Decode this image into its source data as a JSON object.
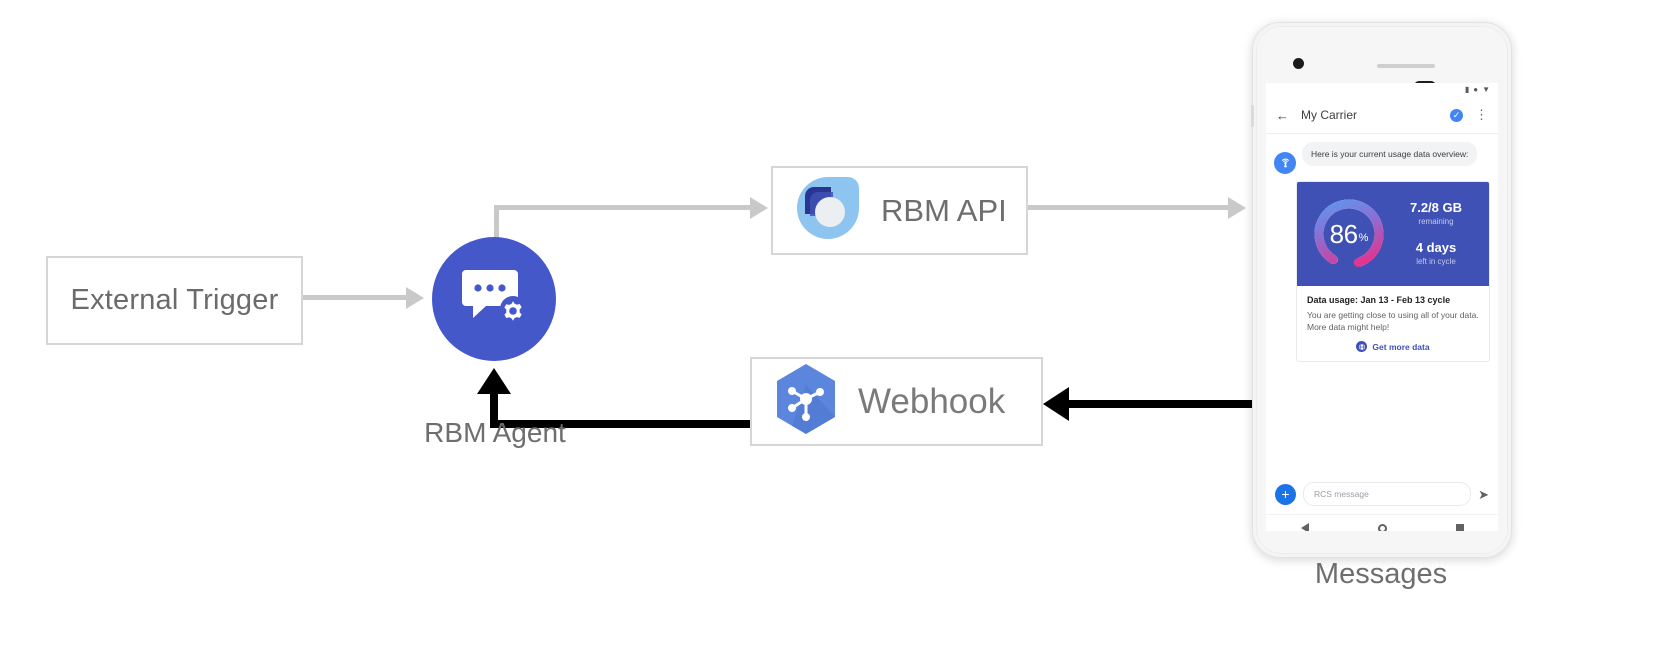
{
  "diagram": {
    "nodes": {
      "external_trigger": {
        "label": "External Trigger"
      },
      "rbm_agent": {
        "caption": "RBM Agent",
        "icon": "chat-gear-icon"
      },
      "rbm_api": {
        "label": "RBM API",
        "icon": "rbm-api-logo-icon"
      },
      "webhook": {
        "label": "Webhook",
        "icon": "webhook-hexagon-icon"
      },
      "phone": {
        "caption": "Messages"
      }
    },
    "edges": [
      {
        "from": "External Trigger",
        "to": "RBM Agent",
        "color": "#c9c9c9",
        "style": "thin"
      },
      {
        "from": "RBM Agent",
        "to": "RBM API",
        "color": "#c9c9c9",
        "style": "thin"
      },
      {
        "from": "RBM API",
        "to": "Messages",
        "color": "#c9c9c9",
        "style": "thin"
      },
      {
        "from": "Messages",
        "to": "Webhook",
        "color": "#000000",
        "style": "thick"
      },
      {
        "from": "Webhook",
        "to": "RBM Agent",
        "color": "#000000",
        "style": "thick"
      }
    ],
    "colors": {
      "agent_blue": "#4558c9",
      "card_indigo": "#3f51b5",
      "google_blue": "#1a73e8",
      "line_grey": "#c9c9c9",
      "line_black": "#000000"
    }
  },
  "phone": {
    "status_bar": {
      "icons": [
        "signal-icon",
        "wifi-icon",
        "battery-icon"
      ]
    },
    "app_bar": {
      "back_icon": "back-arrow-icon",
      "title": "My Carrier",
      "verified_icon": "verified-shield-icon",
      "overflow_icon": "overflow-menu-icon"
    },
    "conversation": {
      "avatar_icon": "carrier-antenna-icon",
      "bubble_text": "Here is your current usage data overview:",
      "card": {
        "gauge": {
          "value": "86",
          "unit": "%",
          "percent": 86
        },
        "stats": [
          {
            "big": "7.2/8 GB",
            "small": "remaining"
          },
          {
            "big": "4 days",
            "small": "left in cycle"
          }
        ],
        "title": "Data usage: Jan 13 - Feb 13 cycle",
        "description": "You are getting close to using all of your data. More data might help!",
        "action_label": "Get more data",
        "action_icon": "globe-icon"
      }
    },
    "composer": {
      "plus_icon": "plus-icon",
      "input_placeholder": "RCS message",
      "send_icon": "send-icon"
    },
    "nav_bar": {
      "items": [
        "back-nav-icon",
        "home-nav-icon",
        "recents-nav-icon"
      ]
    }
  }
}
